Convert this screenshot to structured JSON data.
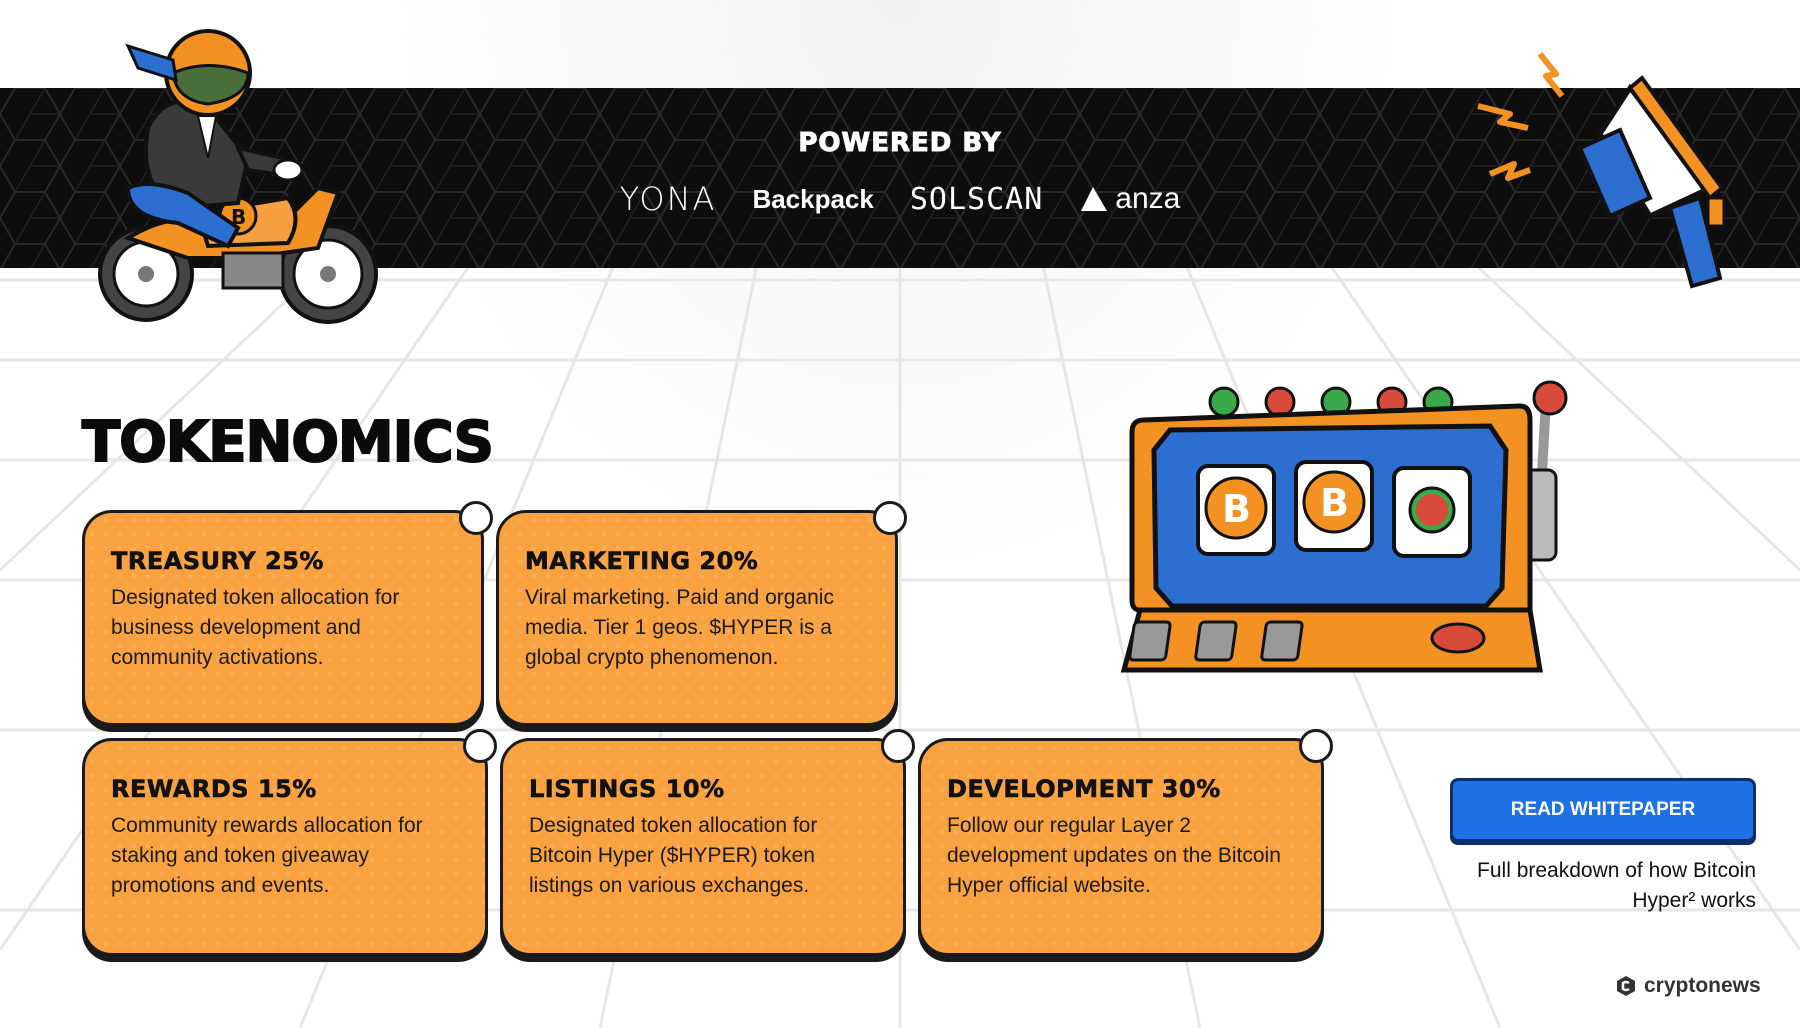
{
  "banner": {
    "title": "POWERED BY",
    "partners": [
      {
        "label": "YONA"
      },
      {
        "label": "Backpack"
      },
      {
        "label": "SOLSCAN"
      },
      {
        "label": "anza"
      }
    ]
  },
  "tokenomics": {
    "heading": "TOKENOMICS",
    "cards": [
      {
        "title": "TREASURY 25%",
        "text": "Designated token allocation for business development and community activations.",
        "percent": 25
      },
      {
        "title": "MARKETING 20%",
        "text": "Viral marketing. Paid and organic media. Tier 1 geos. $HYPER is a global crypto phenomenon.",
        "percent": 20
      },
      {
        "title": "REWARDS 15%",
        "text": "Community rewards allocation for staking and token giveaway promotions and events.",
        "percent": 15
      },
      {
        "title": "LISTINGS 10%",
        "text": "Designated token allocation for Bitcoin Hyper ($HYPER) token listings on various exchanges.",
        "percent": 10
      },
      {
        "title": "DEVELOPMENT 30%",
        "text": "Follow our regular Layer 2 development updates on the Bitcoin Hyper official website.",
        "percent": 30
      }
    ]
  },
  "whitepaper": {
    "button_label": "READ WHITEPAPER",
    "caption": "Full breakdown of how Bitcoin Hyper² works"
  },
  "watermark": {
    "label": "cryptonews"
  },
  "colors": {
    "card_orange": "#f9a23f",
    "banner_black": "#0d0d0d",
    "button_blue": "#1f6fe6"
  }
}
